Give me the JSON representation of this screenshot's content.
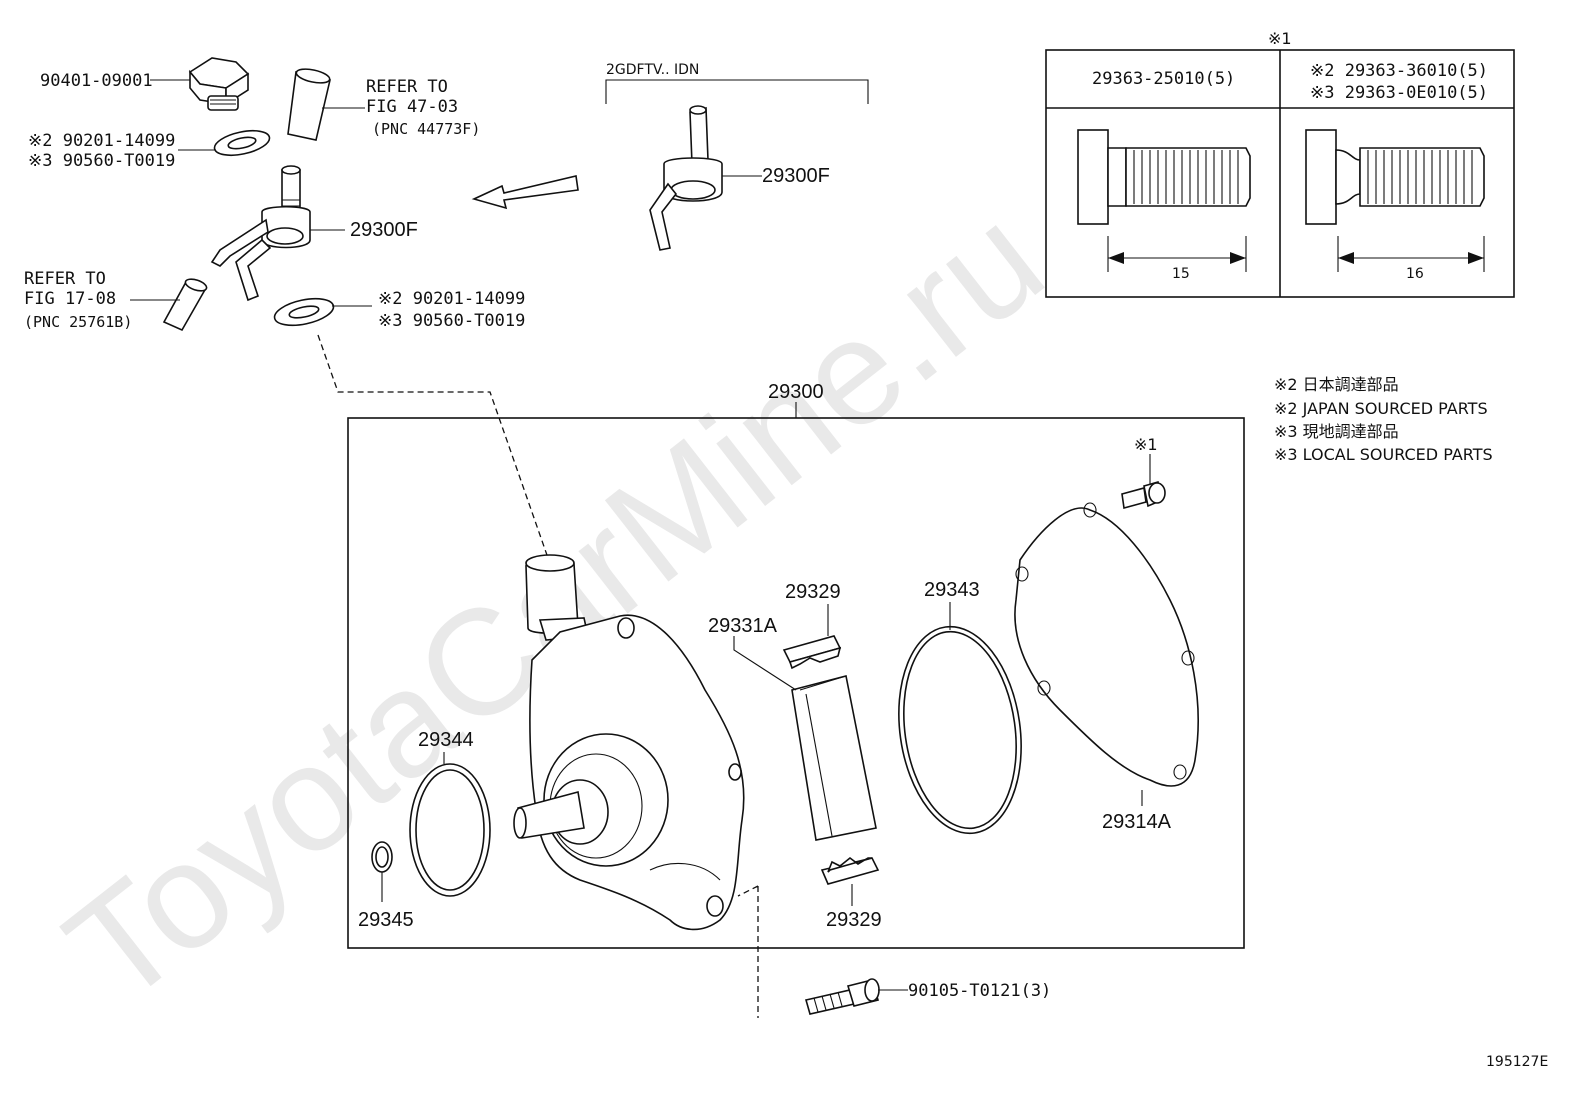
{
  "watermark": "ToyotaCarMine.ru",
  "diagram_code": "195127E",
  "labels": {
    "plug": "90401-09001",
    "refer_top_1": "REFER TO",
    "refer_top_2": "FIG 47-03",
    "refer_top_3": "(PNC 44773F)",
    "gasket_top_1": "※2 90201-14099",
    "gasket_top_2": "※3 90560-T0019",
    "union_left": "29300F",
    "union_variant": "29300F",
    "variant_header": "2GDFTV.. IDN",
    "refer_left_1": "REFER TO",
    "refer_left_2": "FIG 17-08",
    "refer_left_3": "(PNC 25761B)",
    "gasket_low_1": "※2 90201-14099",
    "gasket_low_2": "※3 90560-T0019",
    "assembly": "29300",
    "bolt_note": "※1",
    "p29329_top": "29329",
    "p29331A": "29331A",
    "p29343": "29343",
    "p29344": "29344",
    "p29345": "29345",
    "p29329_bottom": "29329",
    "p29314A": "29314A",
    "bolt": "90105-T0121(3)"
  },
  "bolt_table": {
    "note": "※1",
    "col1_header": "29363-25010(5)",
    "col2_header_1": "※2 29363-36010(5)",
    "col2_header_2": "※3 29363-0E010(5)",
    "col1_dim": "15",
    "col2_dim": "16"
  },
  "legend": [
    "※2 日本調達部品",
    "※2 JAPAN SOURCED PARTS",
    "※3 現地調達部品",
    "※3 LOCAL SOURCED PARTS"
  ]
}
